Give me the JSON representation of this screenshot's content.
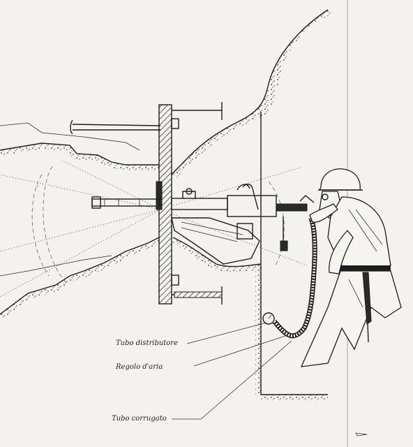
{
  "labels": {
    "distribution_tube": "Tubo distributore",
    "air_valve": "Regolo d'aria",
    "corrugated_tube": "Tubo corrugato"
  },
  "colors": {
    "paper": "#f4f2ee",
    "ink": "#1c1c1c"
  }
}
